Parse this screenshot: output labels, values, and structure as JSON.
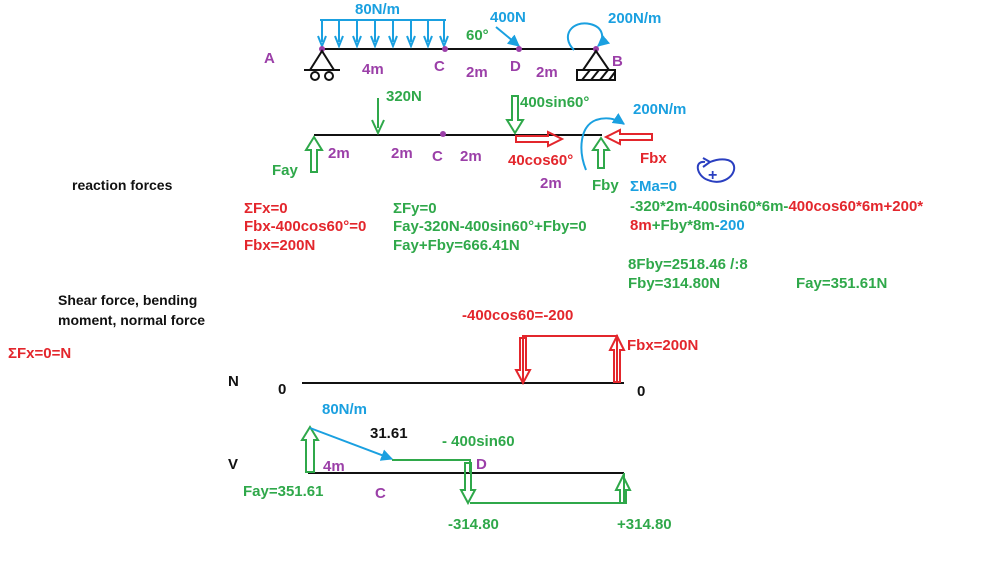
{
  "colors": {
    "blue": "#1aa0e0",
    "purple": "#9b3fa8",
    "green": "#2fa84a",
    "red": "#e3262c",
    "black": "#111111",
    "navy": "#2a3fc0"
  },
  "beam": {
    "dist_load": "80N/m",
    "point_load": "400N",
    "angle": "60°",
    "moment": "200N/m",
    "point_a": "A",
    "point_b": "B",
    "point_c": "C",
    "point_d": "D",
    "len_ac": "4m",
    "len_cd": "2m",
    "len_db": "2m"
  },
  "fbd": {
    "resultant": "320N",
    "vertical_comp": "400sin60°",
    "horizontal_comp": "40cos60°",
    "moment": "200N/m",
    "fay": "Fay",
    "fby": "Fby",
    "fbx": "Fbx",
    "point_c": "C",
    "seg1": "2m",
    "seg2": "2m",
    "seg3": "2m",
    "seg4": "2m"
  },
  "sign": {
    "label": "+"
  },
  "equations": {
    "reaction_title": "reaction forces",
    "fx": [
      "ΣFx=0",
      "Fbx-400cos60°=0",
      "Fbx=200N"
    ],
    "fy": [
      "ΣFy=0",
      "Fay-320N-400sin60°+Fby=0",
      "Fay+Fby=666.41N"
    ],
    "ma_title": "ΣMa=0",
    "ma_line1_green": "-320*2m-400sin60*6m-",
    "ma_line1_red": "400cos60*6m+200*",
    "ma_line2_red": "8m",
    "ma_line2_green": "+Fby*8m-",
    "ma_line2_blue": "200",
    "fby_calc": "8Fby=2518.46 /:8",
    "fby_result": "Fby=314.80N",
    "fay_result": "Fay=351.61N"
  },
  "section": {
    "title_line1": "Shear force, bending",
    "title_line2": "moment, normal force",
    "fx_note": "ΣFx=0=N"
  },
  "normal": {
    "label": "N",
    "left_zero": "0",
    "right_zero": "0",
    "load_label": "-400cos60=-200",
    "fbx_label": "Fbx=200N"
  },
  "shear": {
    "label": "V",
    "dist_load": "80N/m",
    "value_at_c": "31.61",
    "drop_label": "- 400sin60",
    "point_d": "D",
    "seg": "4m",
    "point_c": "C",
    "fay_label": "Fay=351.61",
    "neg_value": "-314.80",
    "pos_value": "+314.80"
  }
}
